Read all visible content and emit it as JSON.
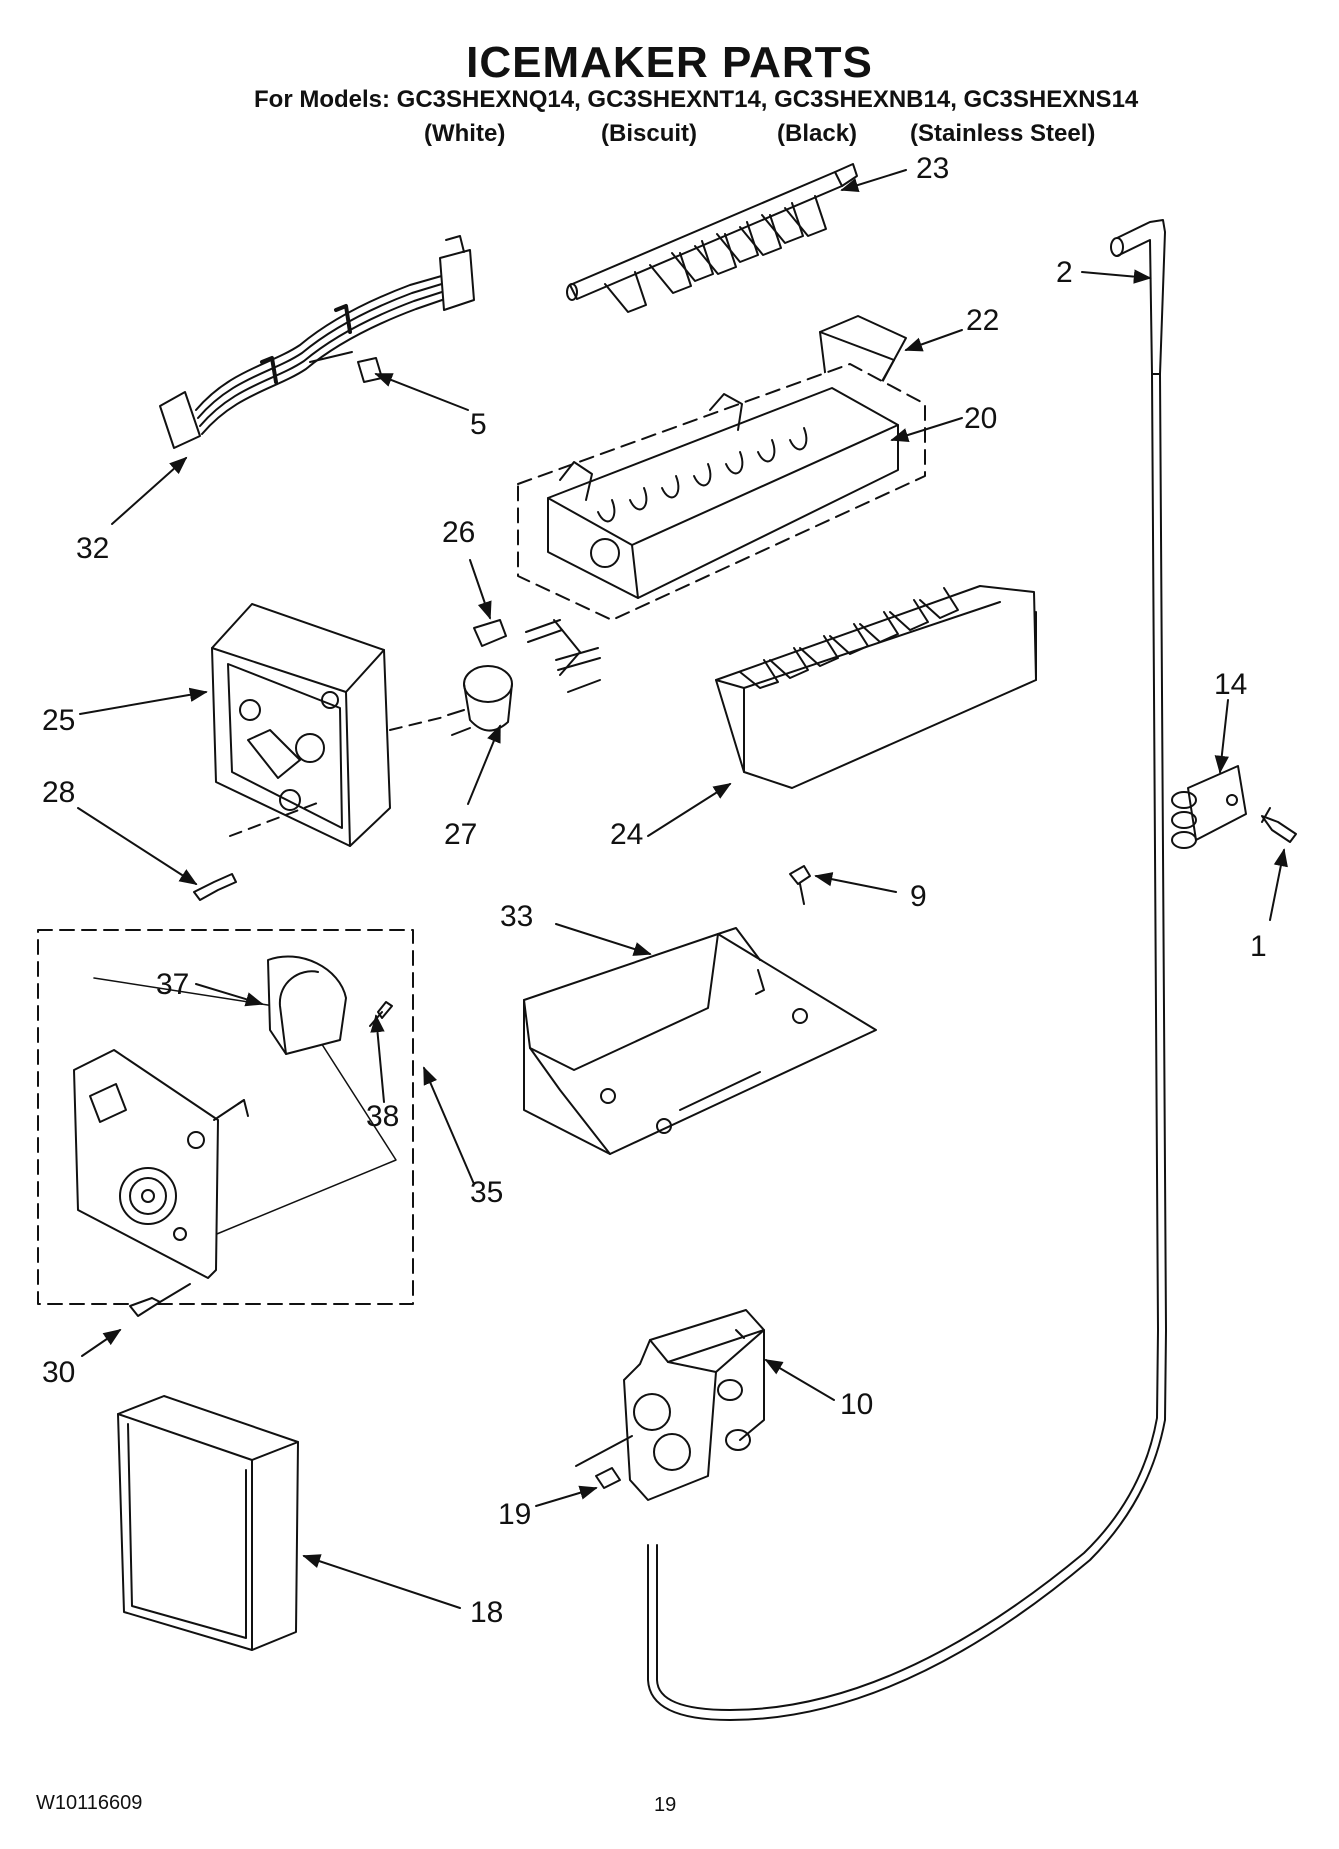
{
  "header": {
    "title": "ICEMAKER PARTS",
    "models_line": "For Models: GC3SHEXNQ14, GC3SHEXNT14, GC3SHEXNB14, GC3SHEXNS14",
    "colors": [
      "(White)",
      "(Biscuit)",
      "(Black)",
      "(Stainless Steel)"
    ]
  },
  "callouts": {
    "c23": "23",
    "c2": "2",
    "c22": "22",
    "c5": "5",
    "c20": "20",
    "c32": "32",
    "c26": "26",
    "c25": "25",
    "c14": "14",
    "c28": "28",
    "c27": "27",
    "c24": "24",
    "c9": "9",
    "c33": "33",
    "c1": "1",
    "c37": "37",
    "c38": "38",
    "c35": "35",
    "c30": "30",
    "c10": "10",
    "c19": "19",
    "c18": "18"
  },
  "footer": {
    "doc_number": "W10116609",
    "page_number": "19"
  }
}
